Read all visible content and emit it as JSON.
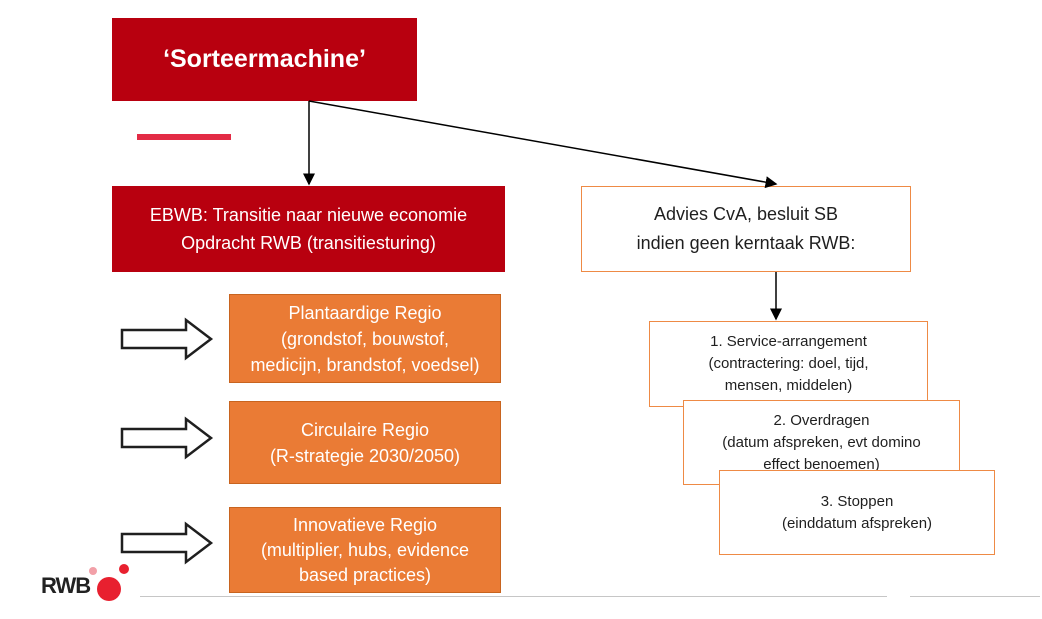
{
  "title": "‘Sorteermachine’",
  "ebwb": {
    "line1": "EBWB: Transitie naar nieuwe economie",
    "line2": "Opdracht RWB (transitiesturing)"
  },
  "advies": {
    "line1": "Advies CvA, besluit SB",
    "line2": "indien geen kerntaak RWB:"
  },
  "regions": [
    {
      "line1": "Plantaardige Regio",
      "line2": "(grondstof, bouwstof,",
      "line3": "medicijn, brandstof, voedsel)"
    },
    {
      "line1": "Circulaire Regio",
      "line2": "(R-strategie 2030/2050)"
    },
    {
      "line1": "Innovatieve Regio",
      "line2": "(multiplier, hubs, evidence",
      "line3": "based practices)"
    }
  ],
  "steps": [
    {
      "line1": "1. Service-arrangement",
      "line2": "(contractering: doel, tijd,",
      "line3": "mensen, middelen)"
    },
    {
      "line1": "2. Overdragen",
      "line2": "(datum afspreken, evt domino",
      "line3": "effect benoemen)"
    },
    {
      "line1": "3. Stoppen",
      "line2": "(einddatum afspreken)"
    }
  ],
  "logo": {
    "text": "RWB"
  },
  "colors": {
    "red_box": "#b8000f",
    "orange_box": "#ea7b35",
    "box_border": "#ee8a45",
    "accent": "#e32b45"
  }
}
